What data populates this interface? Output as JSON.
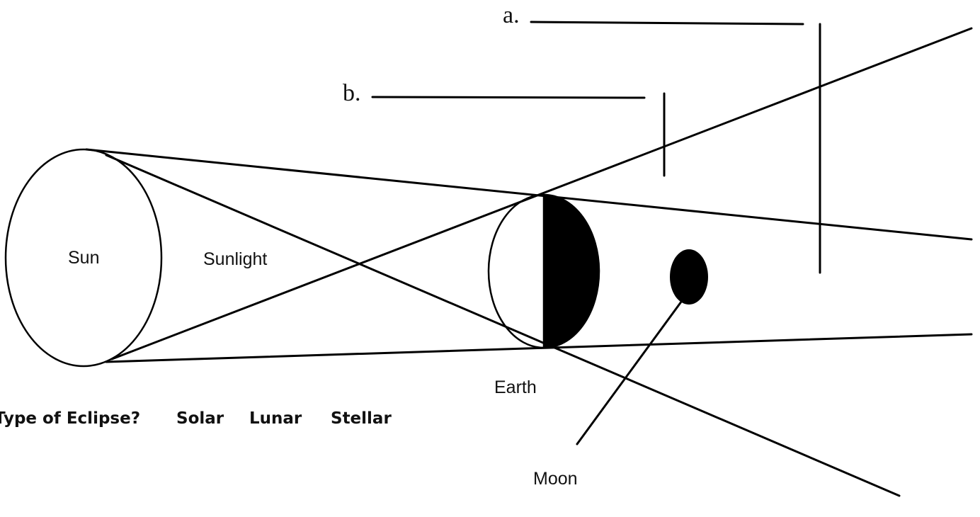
{
  "labels": {
    "sun": "Sun",
    "sunlight": "Sunlight",
    "earth": "Earth",
    "moon": "Moon",
    "a": "a.",
    "b": "b."
  },
  "question": {
    "prompt": "Type of Eclipse?",
    "option_1": "Solar",
    "option_2": "Lunar",
    "option_3": "Stellar"
  }
}
